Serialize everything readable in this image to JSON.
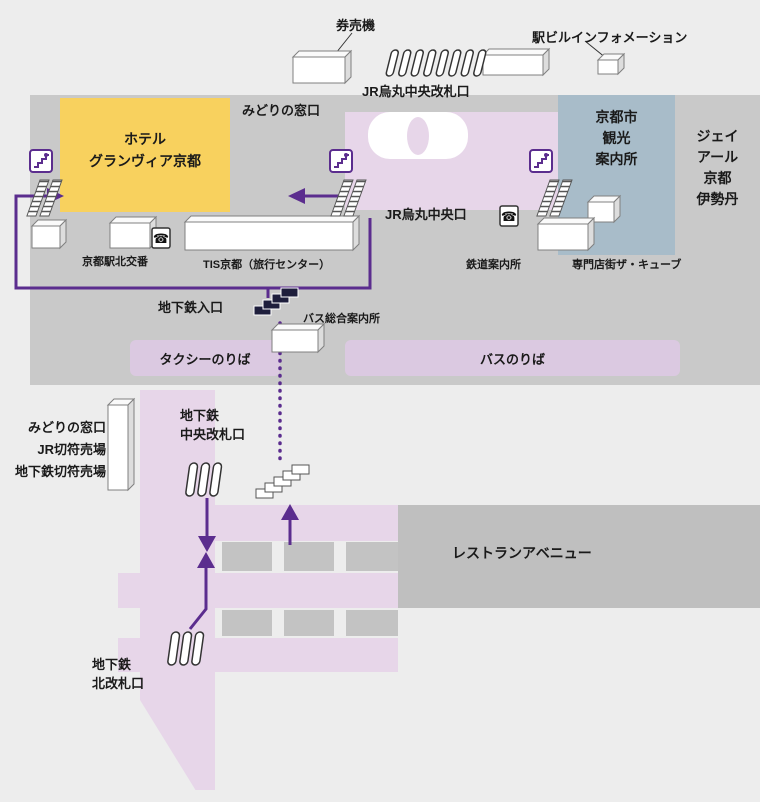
{
  "map": {
    "top": {
      "ticket_machines": "券売機",
      "jr_central_gate": "JR烏丸中央改札口",
      "station_building_info": "駅ビルインフォメーション"
    },
    "station": {
      "midori_window": "みどりの窓口",
      "hotel": "ホテル\nグランヴィア京都",
      "tourist_info": "京都市\n観光\n案内所",
      "isetan": "ジェイ\nアール\n京都\n伊勢丹",
      "jr_central_exit": "JR烏丸中央口",
      "police_box": "京都駅北交番",
      "tis": "TIS京都（旅行センター）",
      "railway_info": "鉄道案内所",
      "cube": "専門店街ザ・キューブ",
      "subway_entrance": "地下鉄入口",
      "bus_info": "バス総合案内所",
      "taxi_stand": "タクシーのりば",
      "bus_stop": "バスのりば"
    },
    "underground": {
      "midori_window": "みどりの窓口",
      "jr_tickets": "JR切符売場",
      "subway_tickets": "地下鉄切符売場",
      "central_gate": "地下鉄\n中央改札口",
      "restaurant_avenue": "レストランアベニュー",
      "north_gate": "地下鉄\n北改札口"
    }
  },
  "colors": {
    "route_purple": "#5b2d8e",
    "hotel_yellow": "#f8d15e",
    "station_gray": "#c9c9c9",
    "tourist_bluegray": "#a8bcc9",
    "walkway_lavender": "#e7d6e9",
    "stand_lavender": "#dbc9e1",
    "shop_gray": "#c3c3c3",
    "background": "#ededed"
  }
}
